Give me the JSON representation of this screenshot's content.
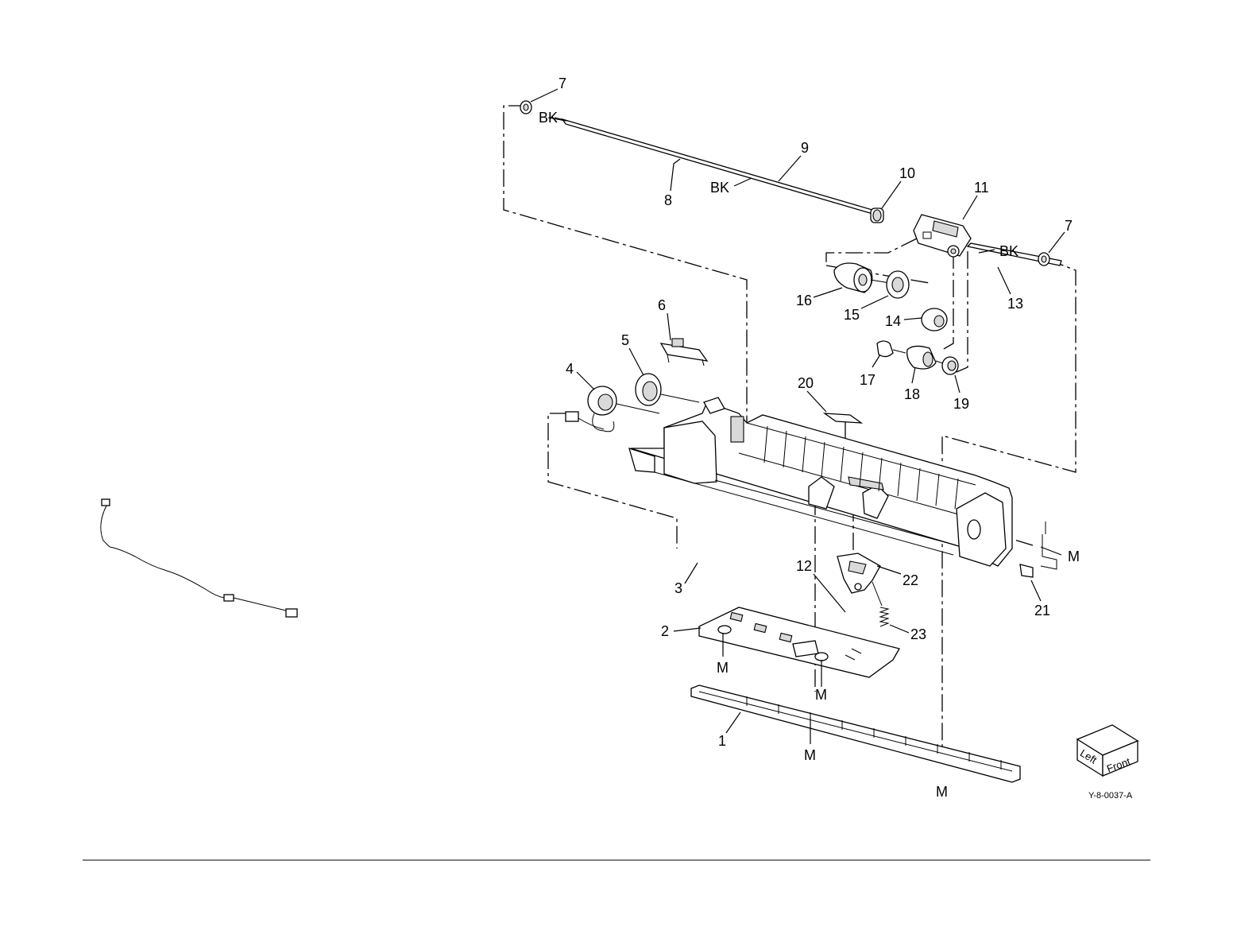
{
  "figure": {
    "code": "Y-8-0037-A",
    "orientation_labels": {
      "left": "Left",
      "front": "Front"
    }
  },
  "callouts": [
    {
      "id": "c7a",
      "text": "7"
    },
    {
      "id": "bk1",
      "text": "BK"
    },
    {
      "id": "c9",
      "text": "9"
    },
    {
      "id": "bk2",
      "text": "BK"
    },
    {
      "id": "c8",
      "text": "8"
    },
    {
      "id": "c10",
      "text": "10"
    },
    {
      "id": "c11",
      "text": "11"
    },
    {
      "id": "c7b",
      "text": "7"
    },
    {
      "id": "bk3",
      "text": "BK"
    },
    {
      "id": "c16",
      "text": "16"
    },
    {
      "id": "c15",
      "text": "15"
    },
    {
      "id": "c13",
      "text": "13"
    },
    {
      "id": "c14",
      "text": "14"
    },
    {
      "id": "c6",
      "text": "6"
    },
    {
      "id": "c5",
      "text": "5"
    },
    {
      "id": "c4",
      "text": "4"
    },
    {
      "id": "c17",
      "text": "17"
    },
    {
      "id": "c18",
      "text": "18"
    },
    {
      "id": "c19",
      "text": "19"
    },
    {
      "id": "c20",
      "text": "20"
    },
    {
      "id": "mR",
      "text": "M"
    },
    {
      "id": "c22",
      "text": "22"
    },
    {
      "id": "c21",
      "text": "21"
    },
    {
      "id": "c12",
      "text": "12"
    },
    {
      "id": "c3",
      "text": "3"
    },
    {
      "id": "c23",
      "text": "23"
    },
    {
      "id": "c2",
      "text": "2"
    },
    {
      "id": "m1",
      "text": "M"
    },
    {
      "id": "m2",
      "text": "M"
    },
    {
      "id": "c1",
      "text": "1"
    },
    {
      "id": "m3",
      "text": "M"
    },
    {
      "id": "m4",
      "text": "M"
    }
  ]
}
